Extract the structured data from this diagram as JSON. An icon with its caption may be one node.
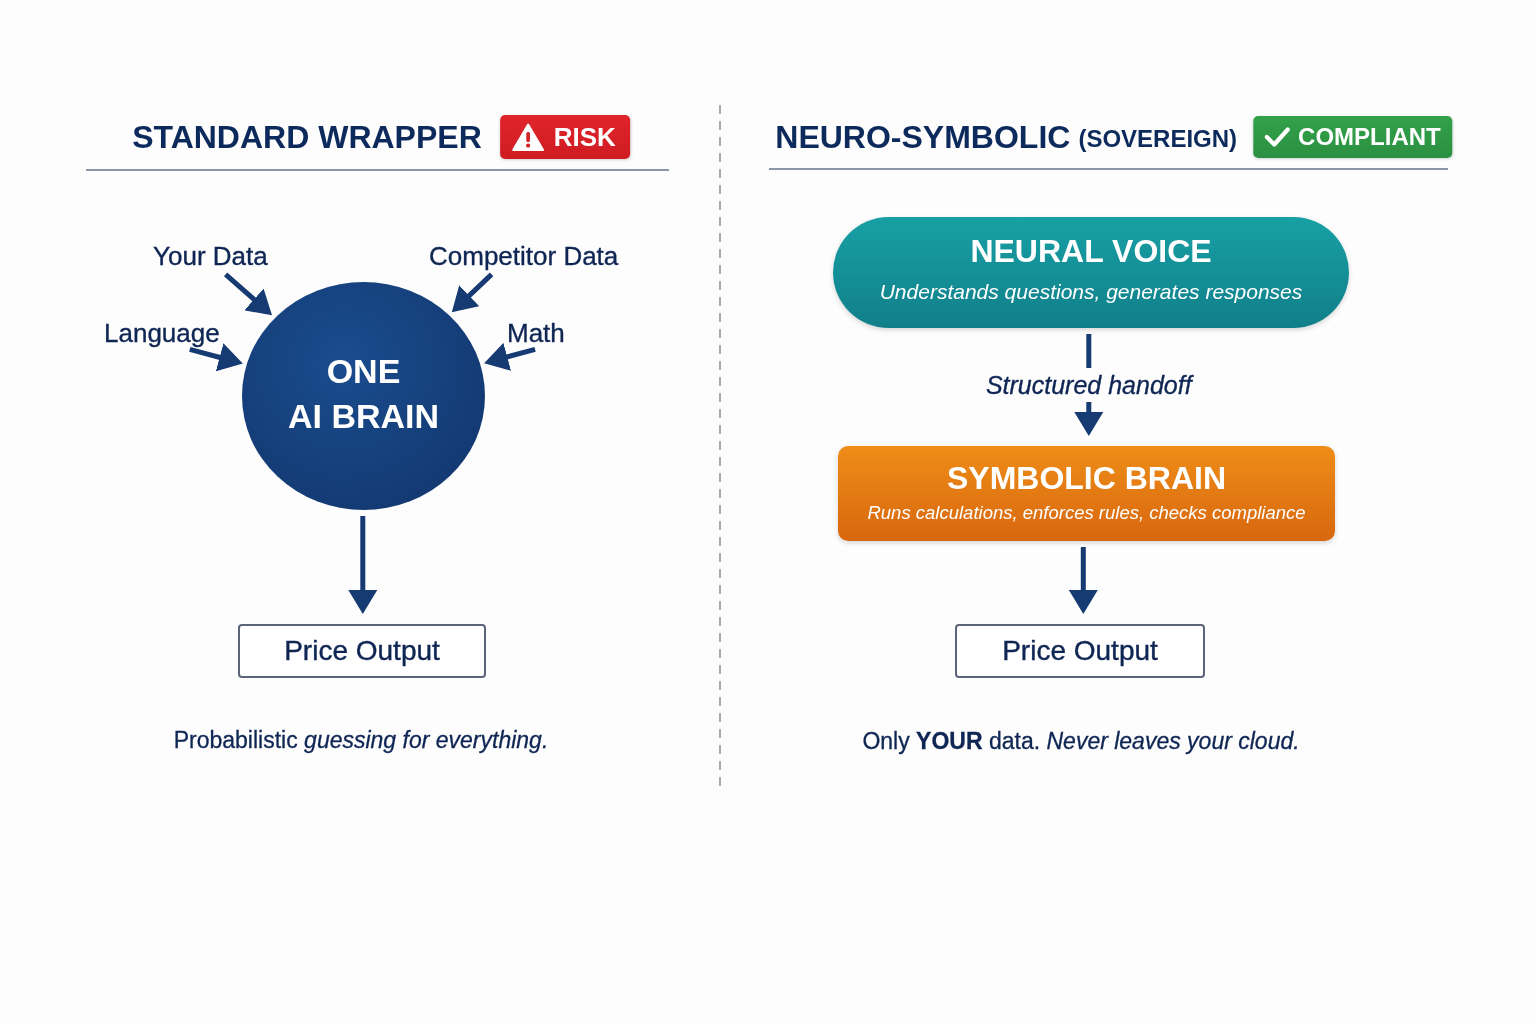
{
  "diagram": {
    "nodes": [
      {
        "text": [
          "Your Data"
        ]
      },
      {
        "text": [
          "Competitor Data"
        ]
      },
      {
        "text": [
          "Language"
        ]
      },
      {
        "text": [
          "Math"
        ]
      },
      {
        "text": [
          "ONE AI BRAIN"
        ]
      },
      {
        "text": [
          "Price Output"
        ]
      },
      {
        "text": [
          "NEURAL VOICE",
          "Understands questions, generates responses"
        ]
      },
      {
        "text": [
          "SYMBOLIC BRAIN",
          "Runs calculations, enforces rules, checks compliance"
        ]
      },
      {
        "text": [
          "Price Output"
        ]
      }
    ],
    "edges": [
      {
        "from": 0,
        "to": 4,
        "arrow": "to"
      },
      {
        "from": 1,
        "to": 4,
        "arrow": "to"
      },
      {
        "from": 2,
        "to": 4,
        "arrow": "to"
      },
      {
        "from": 3,
        "to": 4,
        "arrow": "to"
      },
      {
        "from": 4,
        "to": 5,
        "arrow": "to"
      },
      {
        "from": 6,
        "to": 7,
        "arrow": "to",
        "label": "Structured handoff"
      },
      {
        "from": 7,
        "to": 8,
        "arrow": "to"
      }
    ],
    "labels": [
      "STANDARD WRAPPER",
      "RISK",
      "NEURO-SYMBOLIC",
      "(SOVEREIGN)",
      "COMPLIANT",
      "Probabilistic *guessing for everything.*",
      "Only **YOUR** data. *Never leaves your cloud.*"
    ]
  }
}
